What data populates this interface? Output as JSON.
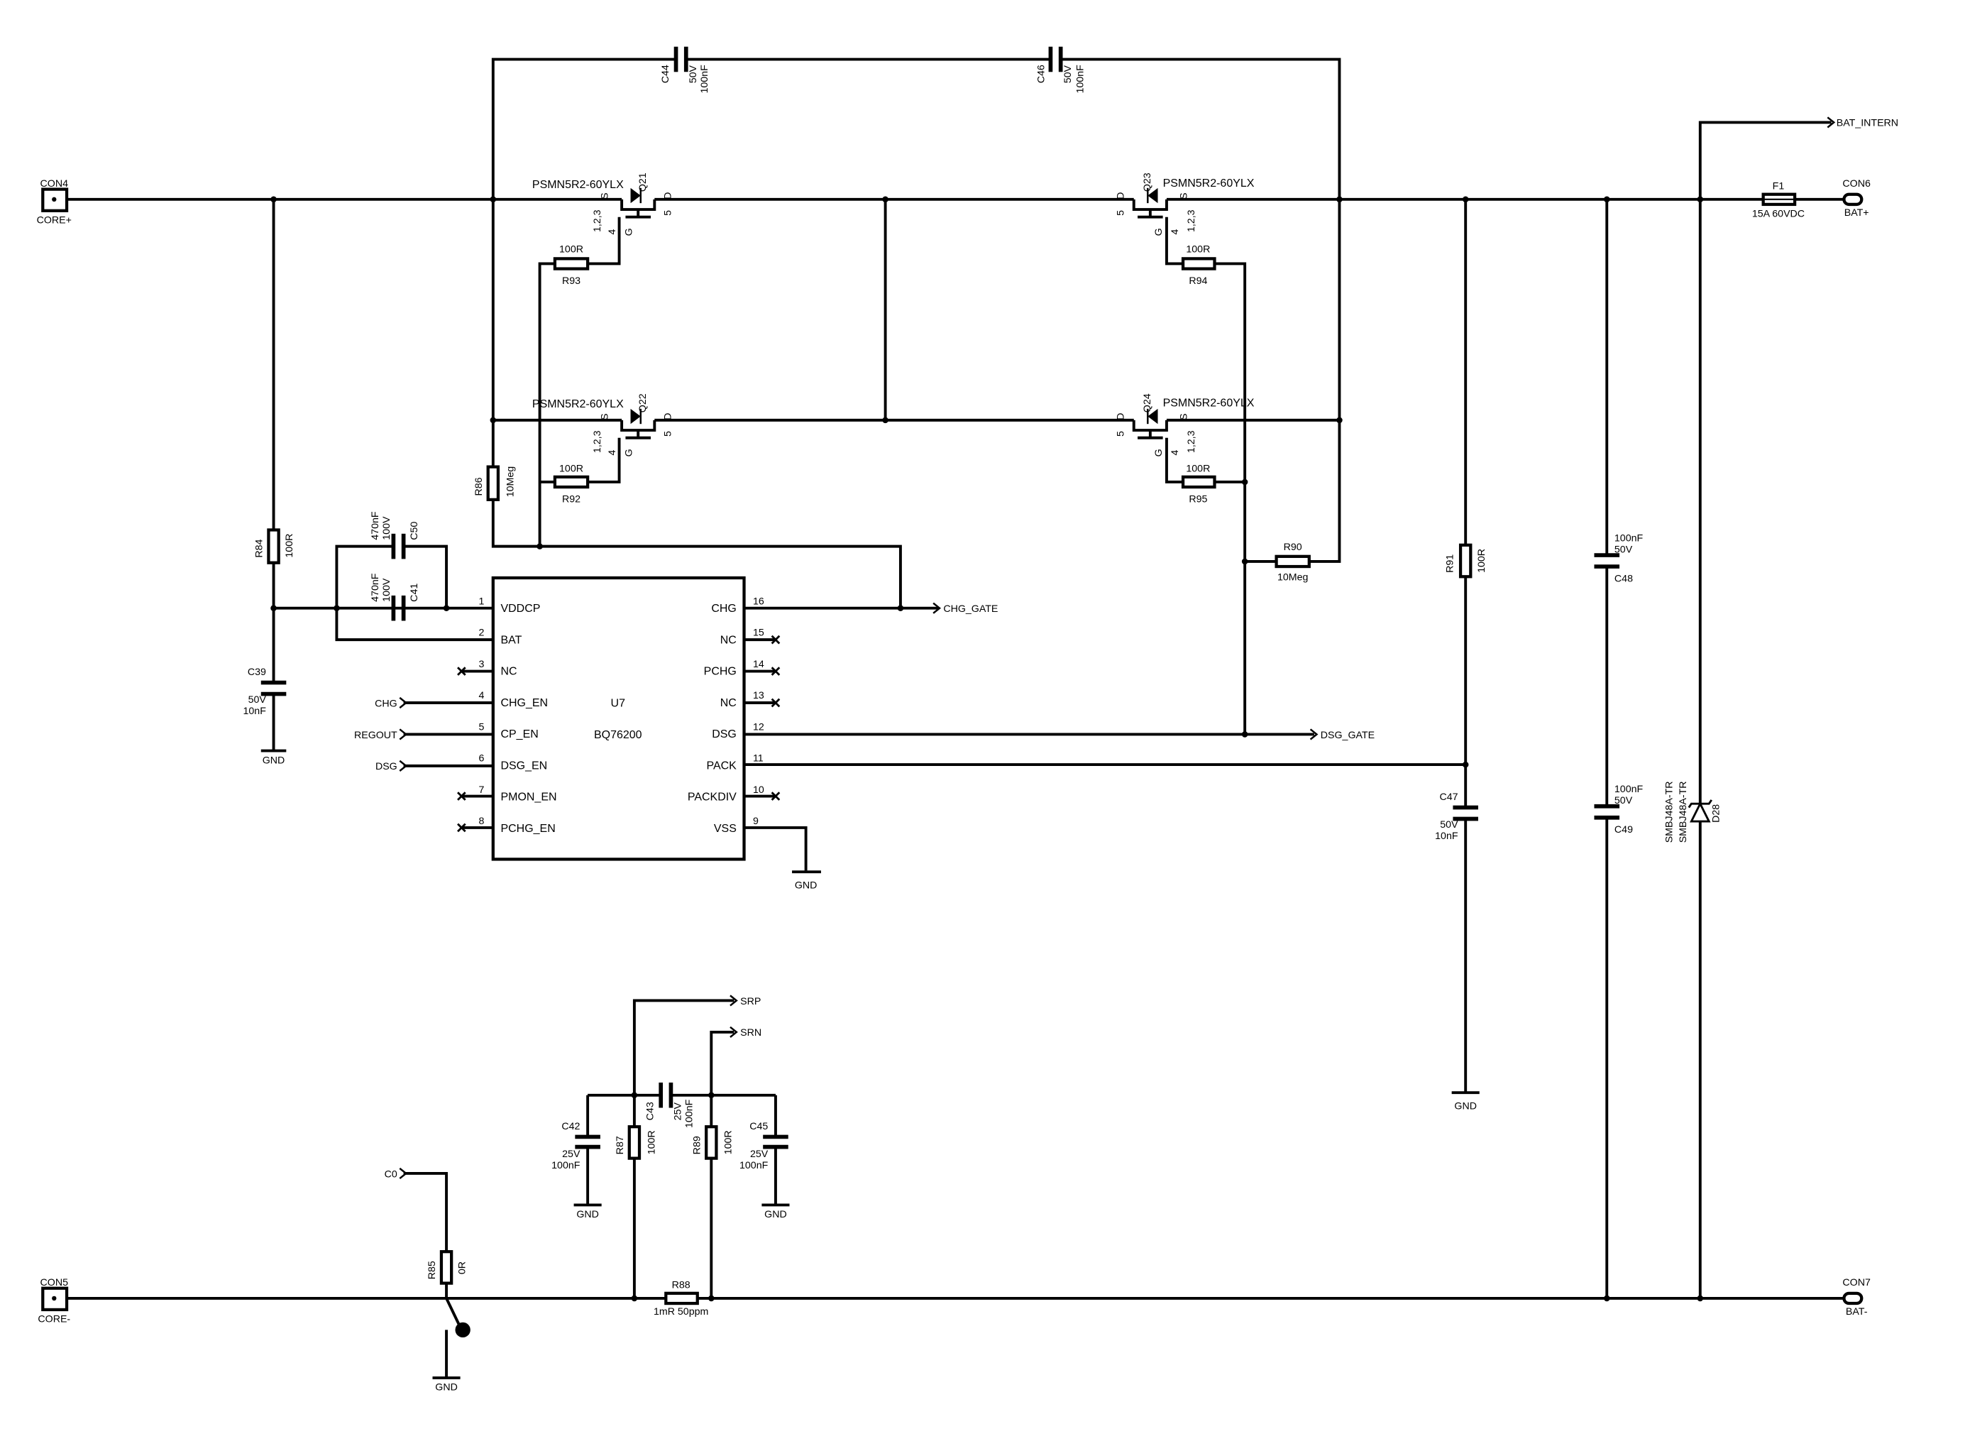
{
  "palette": {
    "ink": "#000000",
    "paper": "#ffffff"
  },
  "connectors": {
    "con4": {
      "ref": "CON4",
      "net": "CORE+"
    },
    "con5": {
      "ref": "CON5",
      "net": "CORE-"
    },
    "con6": {
      "ref": "CON6",
      "net": "BAT+"
    },
    "con7": {
      "ref": "CON7",
      "net": "BAT-"
    }
  },
  "mosfets": {
    "q21": {
      "ref": "Q21",
      "part": "PSMN5R2-60YLX"
    },
    "q22": {
      "ref": "Q22",
      "part": "PSMN5R2-60YLX"
    },
    "q23": {
      "ref": "Q23",
      "part": "PSMN5R2-60YLX"
    },
    "q24": {
      "ref": "Q24",
      "part": "PSMN5R2-60YLX"
    },
    "pin_s": "S",
    "pin_d": "D",
    "pin_g": "G",
    "pins_s_num": "1,2,3",
    "pin_d_num": "5",
    "pin_g_num": "4"
  },
  "capacitors": {
    "c44": {
      "ref": "C44",
      "voltage": "50V",
      "value": "100nF"
    },
    "c46": {
      "ref": "C46",
      "voltage": "50V",
      "value": "100nF"
    },
    "c50": {
      "ref": "C50",
      "voltage": "100V",
      "value": "470nF"
    },
    "c41": {
      "ref": "C41",
      "voltage": "100V",
      "value": "470nF"
    },
    "c39": {
      "ref": "C39",
      "voltage": "50V",
      "value": "10nF"
    },
    "c47": {
      "ref": "C47",
      "voltage": "50V",
      "value": "10nF"
    },
    "c48": {
      "ref": "C48",
      "voltage": "50V",
      "value": "100nF"
    },
    "c49": {
      "ref": "C49",
      "voltage": "50V",
      "value": "100nF"
    },
    "c42": {
      "ref": "C42",
      "voltage": "25V",
      "value": "100nF"
    },
    "c43": {
      "ref": "C43",
      "voltage": "25V",
      "value": "100nF"
    },
    "c45": {
      "ref": "C45",
      "voltage": "25V",
      "value": "100nF"
    }
  },
  "resistors": {
    "r93": {
      "ref": "R93",
      "value": "100R"
    },
    "r92": {
      "ref": "R92",
      "value": "100R"
    },
    "r94": {
      "ref": "R94",
      "value": "100R"
    },
    "r95": {
      "ref": "R95",
      "value": "100R"
    },
    "r86": {
      "ref": "R86",
      "value": "10Meg"
    },
    "r90": {
      "ref": "R90",
      "value": "10Meg"
    },
    "r84": {
      "ref": "R84",
      "value": "100R"
    },
    "r91": {
      "ref": "R91",
      "value": "100R"
    },
    "r87": {
      "ref": "R87",
      "value": "100R"
    },
    "r89": {
      "ref": "R89",
      "value": "100R"
    },
    "r85": {
      "ref": "R85",
      "value": "0R"
    },
    "r88": {
      "ref": "R88",
      "value": "1mR 50ppm"
    }
  },
  "fuse": {
    "ref": "F1",
    "value": "15A 60VDC"
  },
  "diode": {
    "ref": "D28",
    "part": "SMBJ48A-TR",
    "part2": "SMBJ48A-TR"
  },
  "ic": {
    "ref": "U7",
    "part": "BQ76200",
    "left_pins": [
      {
        "num": "1",
        "name": "VDDCP"
      },
      {
        "num": "2",
        "name": "BAT"
      },
      {
        "num": "3",
        "name": "NC"
      },
      {
        "num": "4",
        "name": "CHG_EN"
      },
      {
        "num": "5",
        "name": "CP_EN"
      },
      {
        "num": "6",
        "name": "DSG_EN"
      },
      {
        "num": "7",
        "name": "PMON_EN"
      },
      {
        "num": "8",
        "name": "PCHG_EN"
      }
    ],
    "right_pins": [
      {
        "num": "16",
        "name": "CHG"
      },
      {
        "num": "15",
        "name": "NC"
      },
      {
        "num": "14",
        "name": "PCHG"
      },
      {
        "num": "13",
        "name": "NC"
      },
      {
        "num": "12",
        "name": "DSG"
      },
      {
        "num": "11",
        "name": "PACK"
      },
      {
        "num": "10",
        "name": "PACKDIV"
      },
      {
        "num": "9",
        "name": "VSS"
      }
    ]
  },
  "net_labels": {
    "chg_gate": "CHG_GATE",
    "dsg_gate": "DSG_GATE",
    "bat_intern": "BAT_INTERN",
    "srp": "SRP",
    "srn": "SRN",
    "chg_in": "CHG",
    "regout_in": "REGOUT",
    "dsg_in": "DSG",
    "c0_in": "C0",
    "gnd": "GND"
  }
}
